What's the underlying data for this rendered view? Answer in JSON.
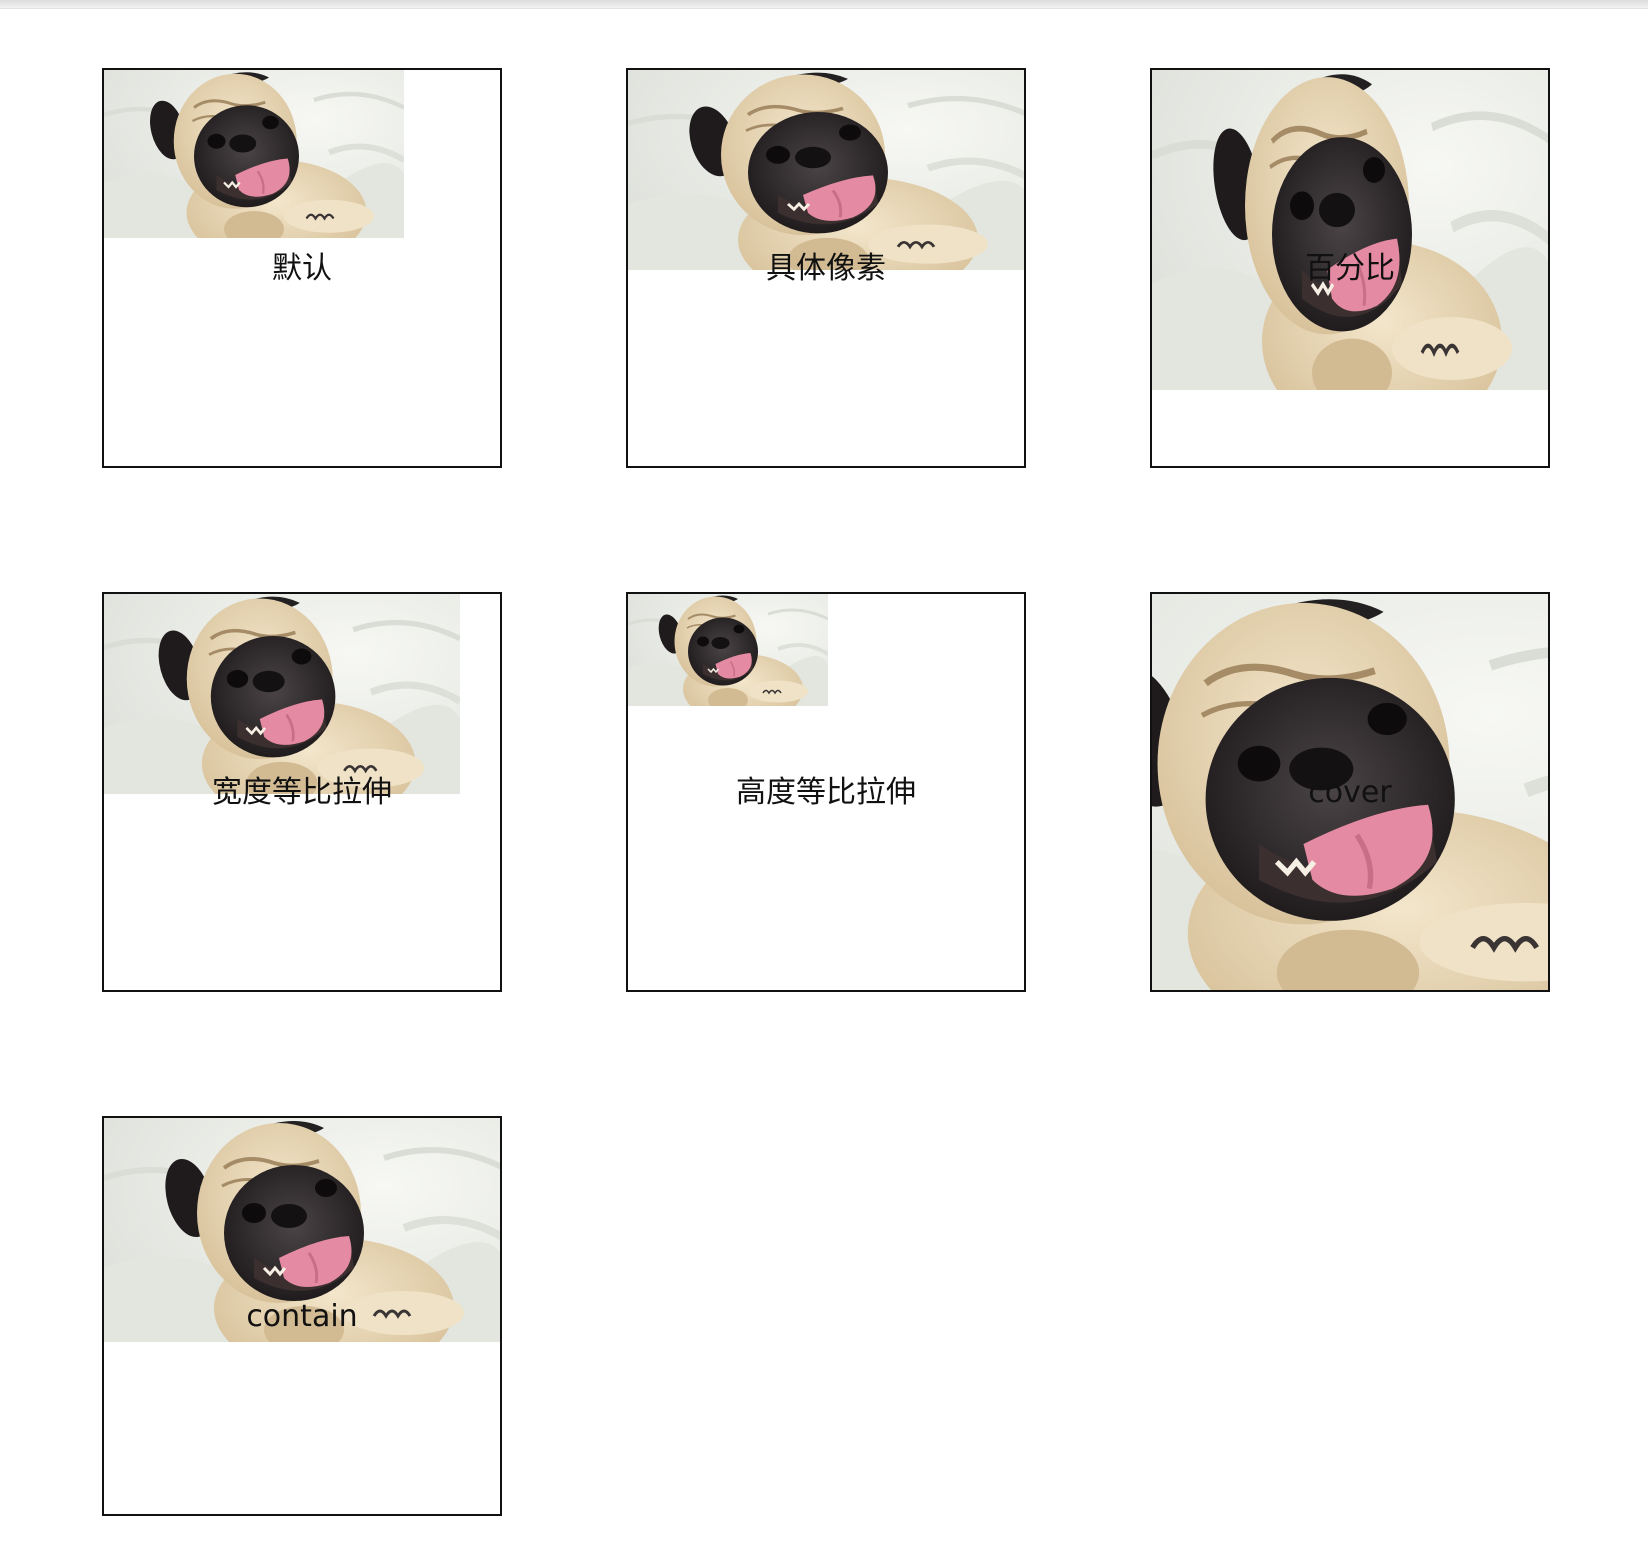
{
  "demos": [
    {
      "label": "默认"
    },
    {
      "label": "具体像素"
    },
    {
      "label": "百分比"
    },
    {
      "label": "宽度等比拉伸"
    },
    {
      "label": "高度等比拉伸"
    },
    {
      "label": "cover"
    },
    {
      "label": "contain"
    }
  ],
  "image": {
    "subject": "pug-photo",
    "colors": {
      "bedding": "#eceee8",
      "fur": "#ead9b8",
      "mask": "#2f2b2c",
      "tongue": "#e58aa3"
    }
  },
  "border_color": "#111111"
}
